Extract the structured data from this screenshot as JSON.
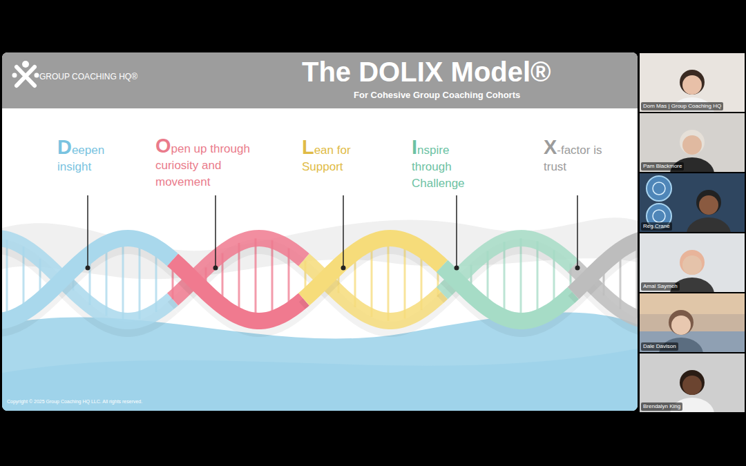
{
  "diagram": {
    "title": "The DOLIX Model®",
    "nodes": [
      {
        "text": [
          "Dom Mas | Group Coaching HQ"
        ]
      },
      {
        "text": [
          "Pam Blackmore"
        ]
      },
      {
        "text": [
          "Reg Crane"
        ]
      },
      {
        "text": [
          "Amal Saymeh"
        ]
      },
      {
        "text": [
          "Dale Davison"
        ]
      },
      {
        "text": [
          "Brendalyn King"
        ]
      }
    ],
    "labels": [
      "GROUP COACHING HQ®",
      "For Cohesive Group Coaching Cohorts",
      "Deepen insight",
      "Open up through curiosity and movement",
      "Lean for Support",
      "Inspire through Challenge",
      "X-factor is trust",
      "Copyright © 2025 Group Coaching HQ LLC. All rights reserved."
    ]
  }
}
